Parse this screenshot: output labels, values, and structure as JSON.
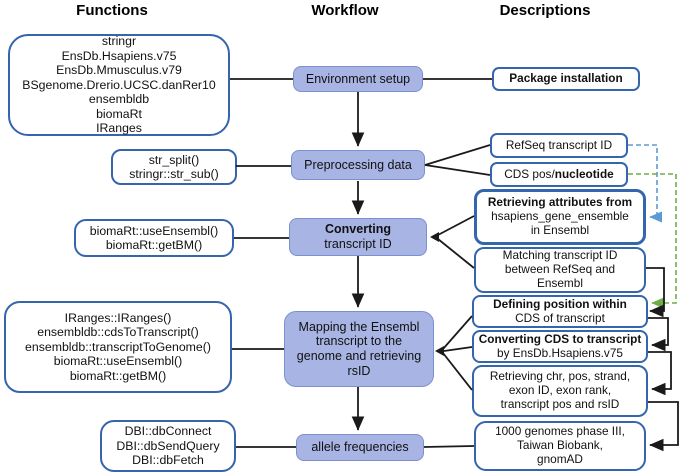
{
  "headers": {
    "functions": "Functions",
    "workflow": "Workflow",
    "descriptions": "Descriptions"
  },
  "functions": [
    {
      "lines": [
        "stringr",
        "EnsDb.Hsapiens.v75",
        "EnsDb.Mmusculus.v79",
        "BSgenome.Drerio.UCSC.danRer10",
        "ensembldb",
        "biomaRt",
        "IRanges"
      ]
    },
    {
      "lines": [
        "str_split()",
        "stringr::str_sub()"
      ]
    },
    {
      "lines": [
        "biomaRt::useEnsembl()",
        "biomaRt::getBM()"
      ]
    },
    {
      "lines": [
        "IRanges::IRanges()",
        "ensembldb::cdsToTranscript()",
        "ensembldb::transcriptToGenome()",
        "biomaRt::useEnsembl()",
        "biomaRt::getBM()"
      ]
    },
    {
      "lines": [
        "DBI::dbConnect",
        "DBI::dbSendQuery",
        "DBI::dbFetch"
      ]
    }
  ],
  "workflow": [
    {
      "label": "Environment setup"
    },
    {
      "label": "Preprocessing data"
    },
    {
      "bold": "Converting",
      "rest": "transcript ID"
    },
    {
      "lines": [
        "Mapping the Ensembl",
        "transcript to the",
        "genome and retrieving",
        "rsID"
      ]
    },
    {
      "label": "allele frequencies"
    }
  ],
  "descriptions": [
    {
      "bold": "Package installation"
    },
    {
      "text": "RefSeq transcript ID"
    },
    {
      "text": "CDS pos/",
      "bold": "nucleotide"
    },
    {
      "bold": "Retrieving attributes from",
      "line2": "hsapiens_gene_ensemble",
      "line3": "in Ensembl"
    },
    {
      "line1": "Matching transcript ID",
      "line2": "between RefSeq and",
      "line3": "Ensembl"
    },
    {
      "bold": "Defining position within",
      "line2": "CDS of transcript"
    },
    {
      "bold": "Converting CDS to transcript",
      "line2": "by EnsDb.Hsapiens.v75"
    },
    {
      "line1": "Retrieving chr, pos, strand,",
      "line2": "exon ID, exon rank,",
      "line3": "transcript pos and rsID"
    },
    {
      "line1": "1000 genomes phase III,",
      "line2": "Taiwan Biobank,",
      "line3": "gnomAD"
    }
  ],
  "colors": {
    "workflow_fill": "#a8b5e4",
    "workflow_border": "#7b90ce",
    "box_border": "#3565ad",
    "dashed_blue": "#5b9bd5",
    "dashed_green": "#70ad47",
    "line_black": "#1a1a1a"
  }
}
